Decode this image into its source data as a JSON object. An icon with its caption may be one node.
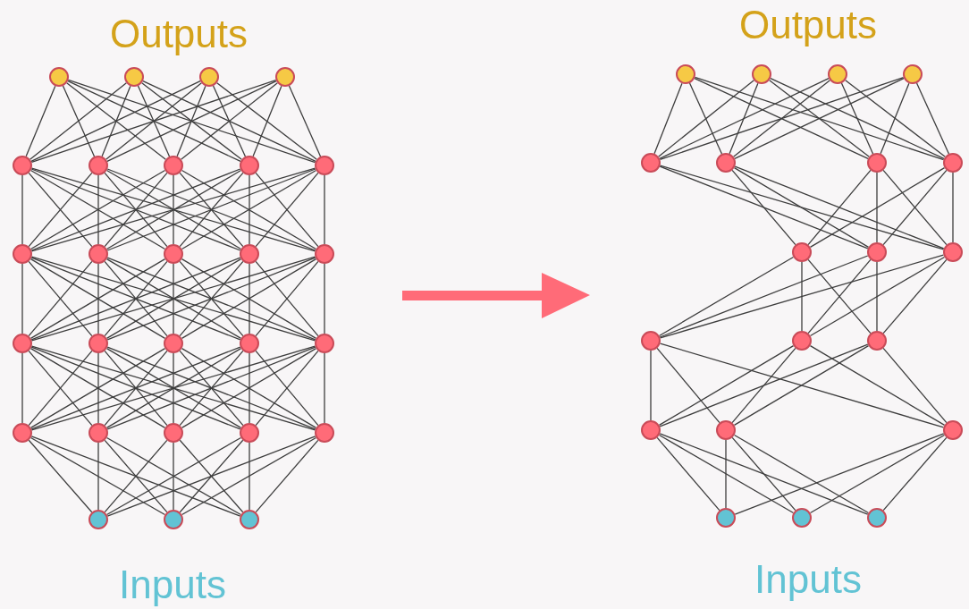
{
  "diagram": {
    "nodes": [
      {
        "text": [],
        "shape": "circle"
      },
      {
        "text": [],
        "shape": "circle"
      },
      {
        "text": [],
        "shape": "circle"
      },
      {
        "text": [],
        "shape": "circle"
      },
      {
        "text": [],
        "shape": "circle"
      },
      {
        "text": [],
        "shape": "circle"
      },
      {
        "text": [],
        "shape": "circle"
      },
      {
        "text": [],
        "shape": "circle"
      },
      {
        "text": [],
        "shape": "circle"
      },
      {
        "text": [],
        "shape": "circle"
      },
      {
        "text": [],
        "shape": "circle"
      },
      {
        "text": [],
        "shape": "circle"
      },
      {
        "text": [],
        "shape": "circle"
      },
      {
        "text": [],
        "shape": "circle"
      },
      {
        "text": [],
        "shape": "circle"
      },
      {
        "text": [],
        "shape": "circle"
      },
      {
        "text": [],
        "shape": "circle"
      },
      {
        "text": [],
        "shape": "circle"
      },
      {
        "text": [],
        "shape": "circle"
      },
      {
        "text": [],
        "shape": "circle"
      },
      {
        "text": [],
        "shape": "circle"
      },
      {
        "text": [],
        "shape": "circle"
      },
      {
        "text": [],
        "shape": "circle"
      },
      {
        "text": [],
        "shape": "circle"
      },
      {
        "text": [],
        "shape": "circle"
      },
      {
        "text": [],
        "shape": "circle"
      },
      {
        "text": [],
        "shape": "circle"
      },
      {
        "text": [],
        "shape": "circle"
      },
      {
        "text": [],
        "shape": "circle"
      },
      {
        "text": [],
        "shape": "circle"
      },
      {
        "text": [],
        "shape": "circle"
      },
      {
        "text": [],
        "shape": "circle"
      },
      {
        "text": [],
        "shape": "circle"
      },
      {
        "text": [],
        "shape": "circle"
      },
      {
        "text": [],
        "shape": "circle"
      },
      {
        "text": [],
        "shape": "circle"
      },
      {
        "text": [],
        "shape": "circle"
      },
      {
        "text": [],
        "shape": "circle"
      },
      {
        "text": [],
        "shape": "circle"
      },
      {
        "text": [],
        "shape": "circle"
      },
      {
        "text": [],
        "shape": "circle"
      },
      {
        "text": [],
        "shape": "circle"
      },
      {
        "text": [],
        "shape": "circle"
      },
      {
        "text": [],
        "shape": "circle"
      },
      {
        "text": [],
        "shape": "circle"
      },
      {
        "text": [],
        "shape": "circle"
      },
      {
        "text": [],
        "shape": "circle"
      }
    ],
    "edges": [
      {
        "from": 0,
        "to": 4,
        "arrow": "none"
      },
      {
        "from": 0,
        "to": 5,
        "arrow": "none"
      },
      {
        "from": 0,
        "to": 6,
        "arrow": "none"
      },
      {
        "from": 0,
        "to": 7,
        "arrow": "none"
      },
      {
        "from": 0,
        "to": 8,
        "arrow": "none"
      },
      {
        "from": 1,
        "to": 4,
        "arrow": "none"
      },
      {
        "from": 1,
        "to": 5,
        "arrow": "none"
      },
      {
        "from": 1,
        "to": 6,
        "arrow": "none"
      },
      {
        "from": 1,
        "to": 7,
        "arrow": "none"
      },
      {
        "from": 1,
        "to": 8,
        "arrow": "none"
      },
      {
        "from": 2,
        "to": 4,
        "arrow": "none"
      },
      {
        "from": 2,
        "to": 5,
        "arrow": "none"
      },
      {
        "from": 2,
        "to": 6,
        "arrow": "none"
      },
      {
        "from": 2,
        "to": 7,
        "arrow": "none"
      },
      {
        "from": 2,
        "to": 8,
        "arrow": "none"
      },
      {
        "from": 3,
        "to": 4,
        "arrow": "none"
      },
      {
        "from": 3,
        "to": 5,
        "arrow": "none"
      },
      {
        "from": 3,
        "to": 6,
        "arrow": "none"
      },
      {
        "from": 3,
        "to": 7,
        "arrow": "none"
      },
      {
        "from": 3,
        "to": 8,
        "arrow": "none"
      },
      {
        "from": 4,
        "to": 9,
        "arrow": "none"
      },
      {
        "from": 4,
        "to": 10,
        "arrow": "none"
      },
      {
        "from": 4,
        "to": 11,
        "arrow": "none"
      },
      {
        "from": 4,
        "to": 12,
        "arrow": "none"
      },
      {
        "from": 4,
        "to": 13,
        "arrow": "none"
      },
      {
        "from": 5,
        "to": 9,
        "arrow": "none"
      },
      {
        "from": 5,
        "to": 10,
        "arrow": "none"
      },
      {
        "from": 5,
        "to": 11,
        "arrow": "none"
      },
      {
        "from": 5,
        "to": 12,
        "arrow": "none"
      },
      {
        "from": 5,
        "to": 13,
        "arrow": "none"
      },
      {
        "from": 6,
        "to": 9,
        "arrow": "none"
      },
      {
        "from": 6,
        "to": 10,
        "arrow": "none"
      },
      {
        "from": 6,
        "to": 11,
        "arrow": "none"
      },
      {
        "from": 6,
        "to": 12,
        "arrow": "none"
      },
      {
        "from": 6,
        "to": 13,
        "arrow": "none"
      },
      {
        "from": 7,
        "to": 9,
        "arrow": "none"
      },
      {
        "from": 7,
        "to": 10,
        "arrow": "none"
      },
      {
        "from": 7,
        "to": 11,
        "arrow": "none"
      },
      {
        "from": 7,
        "to": 12,
        "arrow": "none"
      },
      {
        "from": 7,
        "to": 13,
        "arrow": "none"
      },
      {
        "from": 8,
        "to": 9,
        "arrow": "none"
      },
      {
        "from": 8,
        "to": 10,
        "arrow": "none"
      },
      {
        "from": 8,
        "to": 11,
        "arrow": "none"
      },
      {
        "from": 8,
        "to": 12,
        "arrow": "none"
      },
      {
        "from": 8,
        "to": 13,
        "arrow": "none"
      },
      {
        "from": 9,
        "to": 14,
        "arrow": "none"
      },
      {
        "from": 9,
        "to": 15,
        "arrow": "none"
      },
      {
        "from": 9,
        "to": 16,
        "arrow": "none"
      },
      {
        "from": 9,
        "to": 17,
        "arrow": "none"
      },
      {
        "from": 9,
        "to": 18,
        "arrow": "none"
      },
      {
        "from": 10,
        "to": 14,
        "arrow": "none"
      },
      {
        "from": 10,
        "to": 15,
        "arrow": "none"
      },
      {
        "from": 10,
        "to": 16,
        "arrow": "none"
      },
      {
        "from": 10,
        "to": 17,
        "arrow": "none"
      },
      {
        "from": 10,
        "to": 18,
        "arrow": "none"
      },
      {
        "from": 11,
        "to": 14,
        "arrow": "none"
      },
      {
        "from": 11,
        "to": 15,
        "arrow": "none"
      },
      {
        "from": 11,
        "to": 16,
        "arrow": "none"
      },
      {
        "from": 11,
        "to": 17,
        "arrow": "none"
      },
      {
        "from": 11,
        "to": 18,
        "arrow": "none"
      },
      {
        "from": 12,
        "to": 14,
        "arrow": "none"
      },
      {
        "from": 12,
        "to": 15,
        "arrow": "none"
      },
      {
        "from": 12,
        "to": 16,
        "arrow": "none"
      },
      {
        "from": 12,
        "to": 17,
        "arrow": "none"
      },
      {
        "from": 12,
        "to": 18,
        "arrow": "none"
      },
      {
        "from": 13,
        "to": 14,
        "arrow": "none"
      },
      {
        "from": 13,
        "to": 15,
        "arrow": "none"
      },
      {
        "from": 13,
        "to": 16,
        "arrow": "none"
      },
      {
        "from": 13,
        "to": 17,
        "arrow": "none"
      },
      {
        "from": 13,
        "to": 18,
        "arrow": "none"
      },
      {
        "from": 14,
        "to": 19,
        "arrow": "none"
      },
      {
        "from": 14,
        "to": 20,
        "arrow": "none"
      },
      {
        "from": 14,
        "to": 21,
        "arrow": "none"
      },
      {
        "from": 14,
        "to": 22,
        "arrow": "none"
      },
      {
        "from": 14,
        "to": 23,
        "arrow": "none"
      },
      {
        "from": 15,
        "to": 19,
        "arrow": "none"
      },
      {
        "from": 15,
        "to": 20,
        "arrow": "none"
      },
      {
        "from": 15,
        "to": 21,
        "arrow": "none"
      },
      {
        "from": 15,
        "to": 22,
        "arrow": "none"
      },
      {
        "from": 15,
        "to": 23,
        "arrow": "none"
      },
      {
        "from": 16,
        "to": 19,
        "arrow": "none"
      },
      {
        "from": 16,
        "to": 20,
        "arrow": "none"
      },
      {
        "from": 16,
        "to": 21,
        "arrow": "none"
      },
      {
        "from": 16,
        "to": 22,
        "arrow": "none"
      },
      {
        "from": 16,
        "to": 23,
        "arrow": "none"
      },
      {
        "from": 17,
        "to": 19,
        "arrow": "none"
      },
      {
        "from": 17,
        "to": 20,
        "arrow": "none"
      },
      {
        "from": 17,
        "to": 21,
        "arrow": "none"
      },
      {
        "from": 17,
        "to": 22,
        "arrow": "none"
      },
      {
        "from": 17,
        "to": 23,
        "arrow": "none"
      },
      {
        "from": 18,
        "to": 19,
        "arrow": "none"
      },
      {
        "from": 18,
        "to": 20,
        "arrow": "none"
      },
      {
        "from": 18,
        "to": 21,
        "arrow": "none"
      },
      {
        "from": 18,
        "to": 22,
        "arrow": "none"
      },
      {
        "from": 18,
        "to": 23,
        "arrow": "none"
      },
      {
        "from": 19,
        "to": 24,
        "arrow": "none"
      },
      {
        "from": 19,
        "to": 25,
        "arrow": "none"
      },
      {
        "from": 19,
        "to": 26,
        "arrow": "none"
      },
      {
        "from": 20,
        "to": 24,
        "arrow": "none"
      },
      {
        "from": 20,
        "to": 25,
        "arrow": "none"
      },
      {
        "from": 20,
        "to": 26,
        "arrow": "none"
      },
      {
        "from": 21,
        "to": 24,
        "arrow": "none"
      },
      {
        "from": 21,
        "to": 25,
        "arrow": "none"
      },
      {
        "from": 21,
        "to": 26,
        "arrow": "none"
      },
      {
        "from": 22,
        "to": 24,
        "arrow": "none"
      },
      {
        "from": 22,
        "to": 25,
        "arrow": "none"
      },
      {
        "from": 22,
        "to": 26,
        "arrow": "none"
      },
      {
        "from": 23,
        "to": 24,
        "arrow": "none"
      },
      {
        "from": 23,
        "to": 25,
        "arrow": "none"
      },
      {
        "from": 23,
        "to": 26,
        "arrow": "none"
      },
      {
        "from": 27,
        "to": 31,
        "arrow": "none"
      },
      {
        "from": 27,
        "to": 32,
        "arrow": "none"
      },
      {
        "from": 27,
        "to": 33,
        "arrow": "none"
      },
      {
        "from": 27,
        "to": 34,
        "arrow": "none"
      },
      {
        "from": 28,
        "to": 31,
        "arrow": "none"
      },
      {
        "from": 28,
        "to": 32,
        "arrow": "none"
      },
      {
        "from": 28,
        "to": 33,
        "arrow": "none"
      },
      {
        "from": 28,
        "to": 34,
        "arrow": "none"
      },
      {
        "from": 29,
        "to": 31,
        "arrow": "none"
      },
      {
        "from": 29,
        "to": 32,
        "arrow": "none"
      },
      {
        "from": 29,
        "to": 33,
        "arrow": "none"
      },
      {
        "from": 29,
        "to": 34,
        "arrow": "none"
      },
      {
        "from": 30,
        "to": 31,
        "arrow": "none"
      },
      {
        "from": 30,
        "to": 32,
        "arrow": "none"
      },
      {
        "from": 30,
        "to": 33,
        "arrow": "none"
      },
      {
        "from": 30,
        "to": 34,
        "arrow": "none"
      },
      {
        "from": 31,
        "to": 36,
        "arrow": "none"
      },
      {
        "from": 31,
        "to": 37,
        "arrow": "none"
      },
      {
        "from": 32,
        "to": 35,
        "arrow": "none"
      },
      {
        "from": 32,
        "to": 36,
        "arrow": "none"
      },
      {
        "from": 32,
        "to": 37,
        "arrow": "none"
      },
      {
        "from": 33,
        "to": 35,
        "arrow": "none"
      },
      {
        "from": 33,
        "to": 36,
        "arrow": "none"
      },
      {
        "from": 33,
        "to": 37,
        "arrow": "none"
      },
      {
        "from": 34,
        "to": 35,
        "arrow": "none"
      },
      {
        "from": 34,
        "to": 36,
        "arrow": "none"
      },
      {
        "from": 34,
        "to": 37,
        "arrow": "none"
      },
      {
        "from": 35,
        "to": 38,
        "arrow": "none"
      },
      {
        "from": 35,
        "to": 39,
        "arrow": "none"
      },
      {
        "from": 35,
        "to": 40,
        "arrow": "none"
      },
      {
        "from": 36,
        "to": 38,
        "arrow": "none"
      },
      {
        "from": 36,
        "to": 39,
        "arrow": "none"
      },
      {
        "from": 36,
        "to": 40,
        "arrow": "none"
      },
      {
        "from": 37,
        "to": 38,
        "arrow": "none"
      },
      {
        "from": 37,
        "to": 39,
        "arrow": "none"
      },
      {
        "from": 37,
        "to": 40,
        "arrow": "none"
      },
      {
        "from": 38,
        "to": 41,
        "arrow": "none"
      },
      {
        "from": 38,
        "to": 42,
        "arrow": "none"
      },
      {
        "from": 38,
        "to": 43,
        "arrow": "none"
      },
      {
        "from": 39,
        "to": 41,
        "arrow": "none"
      },
      {
        "from": 39,
        "to": 42,
        "arrow": "none"
      },
      {
        "from": 39,
        "to": 43,
        "arrow": "none"
      },
      {
        "from": 40,
        "to": 41,
        "arrow": "none"
      },
      {
        "from": 40,
        "to": 42,
        "arrow": "none"
      },
      {
        "from": 40,
        "to": 43,
        "arrow": "none"
      },
      {
        "from": 41,
        "to": 44,
        "arrow": "none"
      },
      {
        "from": 41,
        "to": 45,
        "arrow": "none"
      },
      {
        "from": 41,
        "to": 46,
        "arrow": "none"
      },
      {
        "from": 42,
        "to": 44,
        "arrow": "none"
      },
      {
        "from": 42,
        "to": 45,
        "arrow": "none"
      },
      {
        "from": 42,
        "to": 46,
        "arrow": "none"
      },
      {
        "from": 43,
        "to": 44,
        "arrow": "none"
      },
      {
        "from": 43,
        "to": 45,
        "arrow": "none"
      },
      {
        "from": 43,
        "to": 46,
        "arrow": "none"
      }
    ],
    "labels": [
      "Outputs",
      "Outputs",
      "Inputs",
      "Inputs"
    ]
  }
}
